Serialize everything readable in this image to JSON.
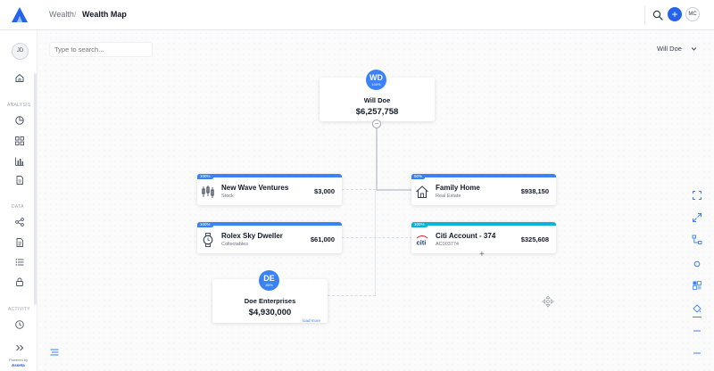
{
  "topbar": {
    "breadcrumb_root": "Wealth",
    "breadcrumb_separator": "/",
    "breadcrumb_current": "Wealth Map",
    "add_label": "+",
    "user_initials": "MC"
  },
  "sidebar": {
    "user_initials": "JD",
    "sections": {
      "analysis": "ANALYSIS",
      "data": "DATA",
      "activity": "ACTIVITY"
    },
    "powered_by": "Powered by",
    "brand": "Asseta"
  },
  "search": {
    "placeholder": "Type to search..."
  },
  "person_selector": {
    "selected": "Will Doe"
  },
  "root_node": {
    "initials": "WD",
    "percent": "100%",
    "name": "Will Doe",
    "value": "$6,257,758",
    "collapse_label": "−"
  },
  "assets": [
    {
      "percent": "100%",
      "name": "New Wave Ventures",
      "type": "Stock",
      "value": "$3,000",
      "icon": "candlestick-chart-icon",
      "accent": "#3b82f6"
    },
    {
      "percent": "100%",
      "name": "Rolex Sky Dweller",
      "type": "Collectables",
      "value": "$61,000",
      "icon": "watch-icon",
      "accent": "#3b82f6"
    },
    {
      "percent": "50%",
      "name": "Family Home",
      "type": "Real Estate",
      "value": "$938,150",
      "icon": "house-icon",
      "accent": "#3b82f6"
    },
    {
      "percent": "100%",
      "name": "Citi Account - 374",
      "type": "AC003774",
      "value": "$325,608",
      "icon": "citi-logo-icon",
      "accent": "#06b6d4"
    }
  ],
  "add_asset_label": "+",
  "entity_node": {
    "initials": "DE",
    "percent": "80%",
    "name": "Doe Enterprises",
    "value": "$4,930,000",
    "link": "load more"
  },
  "colors": {
    "primary": "#2563eb",
    "badge": "#3b82f6",
    "cash": "#06b6d4"
  }
}
